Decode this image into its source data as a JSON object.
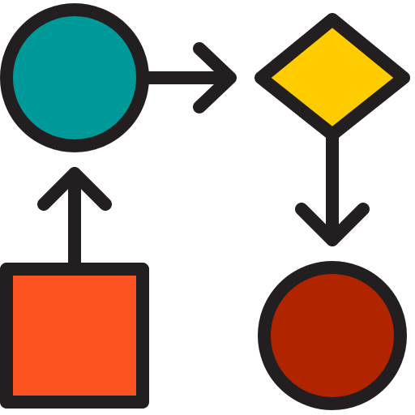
{
  "icon": {
    "name": "flowchart-icon",
    "outline_color": "#231f20",
    "nodes": [
      {
        "name": "start-circle-node",
        "shape": "circle",
        "fill": "#009999"
      },
      {
        "name": "decision-diamond-node",
        "shape": "diamond",
        "fill": "#ffcc00"
      },
      {
        "name": "end-circle-node",
        "shape": "circle",
        "fill": "#b02500"
      },
      {
        "name": "process-square-node",
        "shape": "square",
        "fill": "#ff5223"
      }
    ],
    "connectors": [
      {
        "name": "arrow-right-icon",
        "direction": "right"
      },
      {
        "name": "arrow-down-icon",
        "direction": "down"
      },
      {
        "name": "arrow-up-icon",
        "direction": "up"
      }
    ]
  }
}
